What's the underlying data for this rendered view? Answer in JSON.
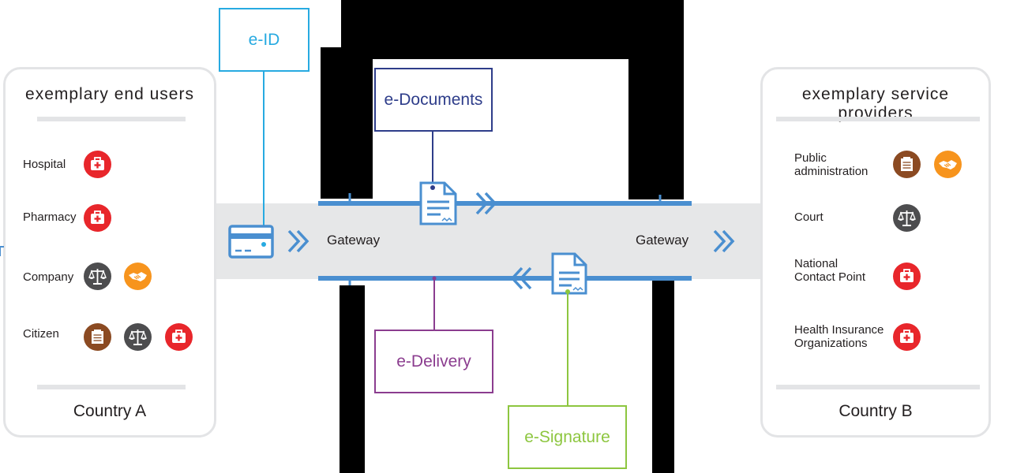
{
  "colors": {
    "red": "#e8262b",
    "gray": "#4d4d4f",
    "brown": "#8b4a22",
    "orange": "#f7941d",
    "blue": "#4a8fd0",
    "eid": "#27aae1",
    "edocuments": "#2e3d8a",
    "edelivery": "#8b3d8f",
    "esignature": "#8dc63f"
  },
  "left_panel": {
    "title": "exemplary end users",
    "footer": "Country A",
    "rows": [
      {
        "label": "Hospital",
        "icons": [
          "first-aid-kit-icon"
        ]
      },
      {
        "label": "Pharmacy",
        "icons": [
          "first-aid-kit-icon"
        ]
      },
      {
        "label": "Company",
        "icons": [
          "scales-icon",
          "handshake-icon"
        ]
      },
      {
        "label": "Citizen",
        "icons": [
          "document-icon",
          "scales-icon",
          "first-aid-kit-icon"
        ]
      }
    ]
  },
  "right_panel": {
    "title": "exemplary service providers",
    "footer": "Country B",
    "rows": [
      {
        "label_line1": "Public",
        "label_line2": "administration",
        "icons": [
          "document-icon",
          "handshake-icon"
        ]
      },
      {
        "label_line1": "Court",
        "label_line2": "",
        "icons": [
          "scales-icon"
        ]
      },
      {
        "label_line1": "National",
        "label_line2": "Contact Point",
        "icons": [
          "first-aid-kit-icon"
        ]
      },
      {
        "label_line1": "Health Insurance",
        "label_line2": "Organizations",
        "icons": [
          "first-aid-kit-icon"
        ]
      }
    ]
  },
  "center": {
    "gateway_left": "Gateway",
    "gateway_right": "Gateway"
  },
  "callouts": {
    "eid": "e-ID",
    "edocuments": "e-Documents",
    "edelivery": "e-Delivery",
    "esignature": "e-Signature"
  }
}
